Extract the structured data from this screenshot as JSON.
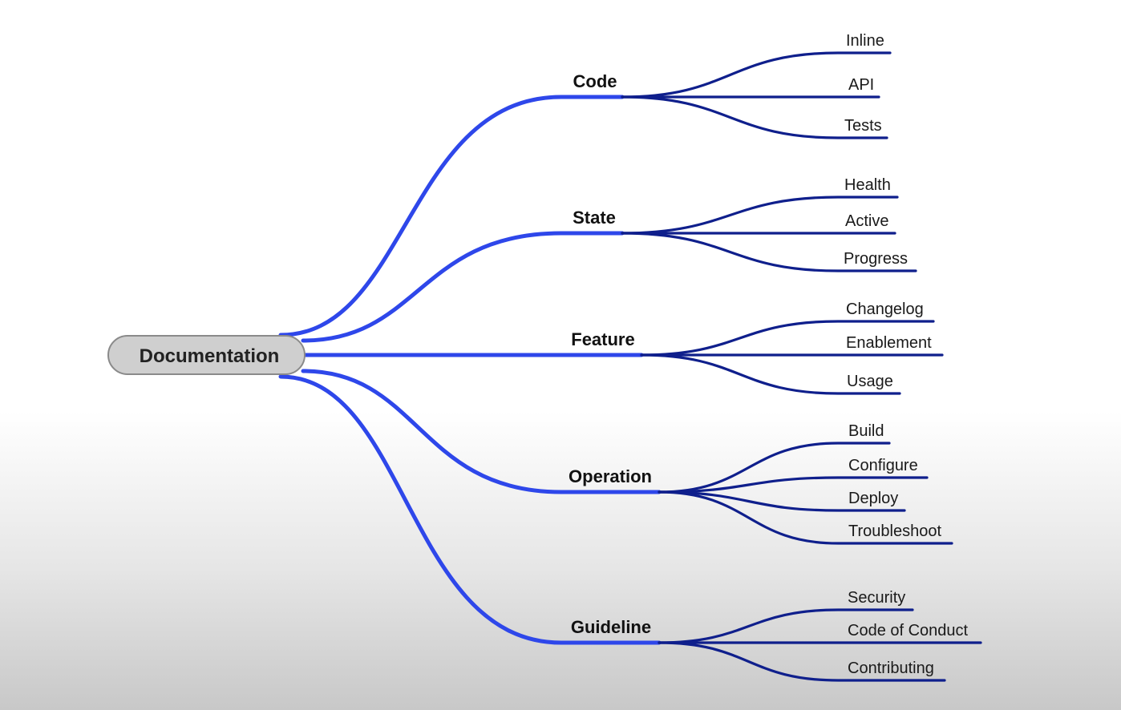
{
  "colors": {
    "branch": "#2e47ea",
    "leaf": "#0f1f8c",
    "root_fill": "#cfcfcf",
    "root_stroke": "#8a8a8a"
  },
  "root": {
    "label": "Documentation"
  },
  "branches": [
    {
      "label": "Code",
      "children": [
        "Inline",
        "API",
        "Tests"
      ]
    },
    {
      "label": "State",
      "children": [
        "Health",
        "Active",
        "Progress"
      ]
    },
    {
      "label": "Feature",
      "children": [
        "Changelog",
        "Enablement",
        "Usage"
      ]
    },
    {
      "label": "Operation",
      "children": [
        "Build",
        "Configure",
        "Deploy",
        "Troubleshoot"
      ]
    },
    {
      "label": "Guideline",
      "children": [
        "Security",
        "Code of Conduct",
        "Contributing"
      ]
    }
  ]
}
